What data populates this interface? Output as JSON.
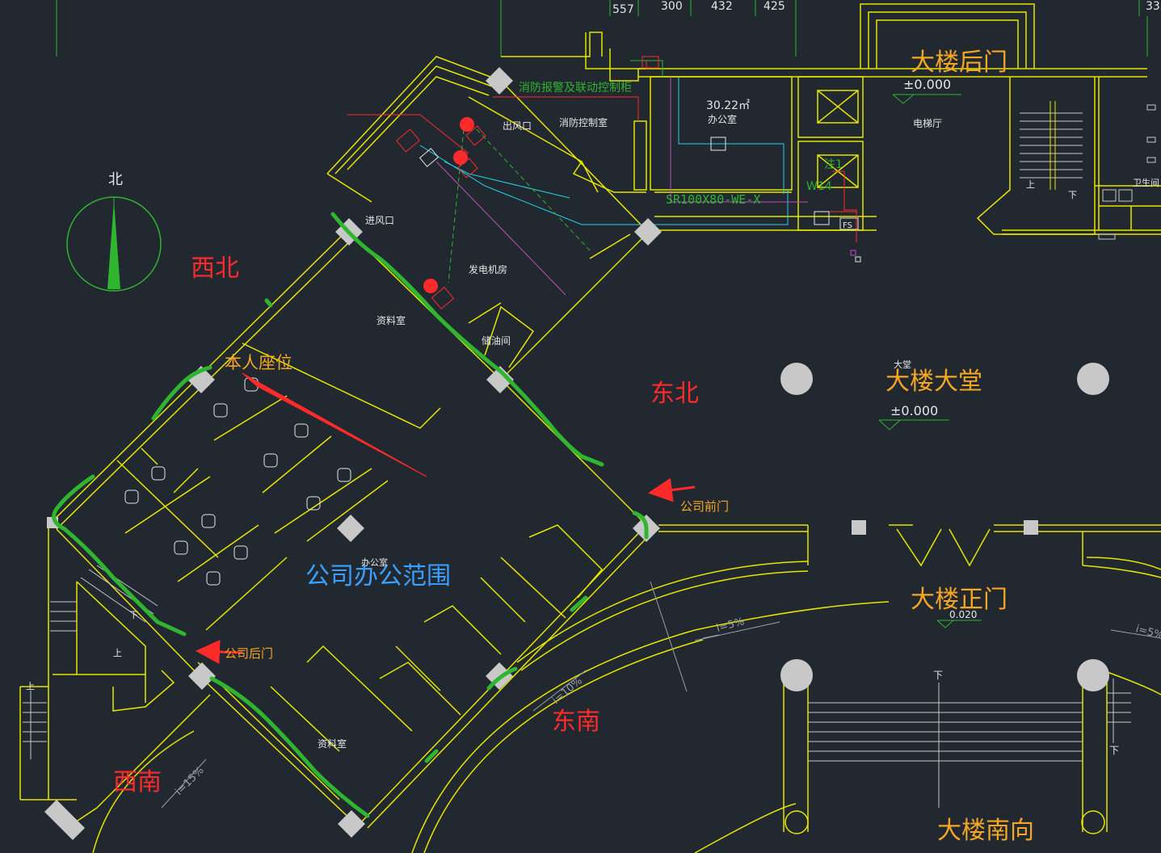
{
  "compass": {
    "north_label": "北"
  },
  "dimensions": [
    "557",
    "300",
    "432",
    "425",
    "33"
  ],
  "directions": {
    "northwest": "西北",
    "northeast": "东北",
    "southeast": "东南",
    "southwest": "西南"
  },
  "building": {
    "back_door": "大楼后门",
    "lobby": "大楼大堂",
    "lobby_small": "大堂",
    "main_door": "大楼正门",
    "south_side": "大楼南向",
    "level_back": "±0.000",
    "level_lobby": "±0.000",
    "level_main": "0.020"
  },
  "company": {
    "office_area": "公司办公范围",
    "front_door": "公司前门",
    "back_door": "公司后门",
    "my_seat": "本人座位"
  },
  "rooms": {
    "fire_panel": "消防报警及联动控制柜",
    "fire_control_room": "消防控制室",
    "air_outlet": "出风口",
    "air_inlet": "进风口",
    "generator_room": "发电机房",
    "oil_storage": "储油间",
    "archive_north": "资料室",
    "archive_south": "资料室",
    "office_small": "办公室",
    "office_main": "办公室",
    "office_area_value": "30.22㎡",
    "elevator_hall": "电梯厅",
    "restroom": "卫生间"
  },
  "equipment": {
    "cable_tray": "SR100X80-WE-X",
    "label_w14": "W14",
    "label_zhu": "注1",
    "label_fs": "FS"
  },
  "slopes": {
    "s1": "i=5%",
    "s2": "i=5%",
    "s3": "i=10%",
    "s4": "i=15%"
  },
  "stairs": {
    "up_a": "上",
    "down_a": "下",
    "up_b": "上",
    "down_b": "下",
    "up_c": "上",
    "down_c": "下",
    "down_d": "下",
    "down_e": "下"
  },
  "colors": {
    "background": "#212830",
    "wall": "#e6e600",
    "highlight_green": "#2fb52f",
    "annotation_red": "#ff2a2a",
    "annotation_orange": "#f5a623",
    "annotation_blue": "#3aa0ff",
    "column_gray": "#c8c8c8",
    "cyan_pipe": "#22d3e6",
    "magenta_pipe": "#c050c0"
  }
}
